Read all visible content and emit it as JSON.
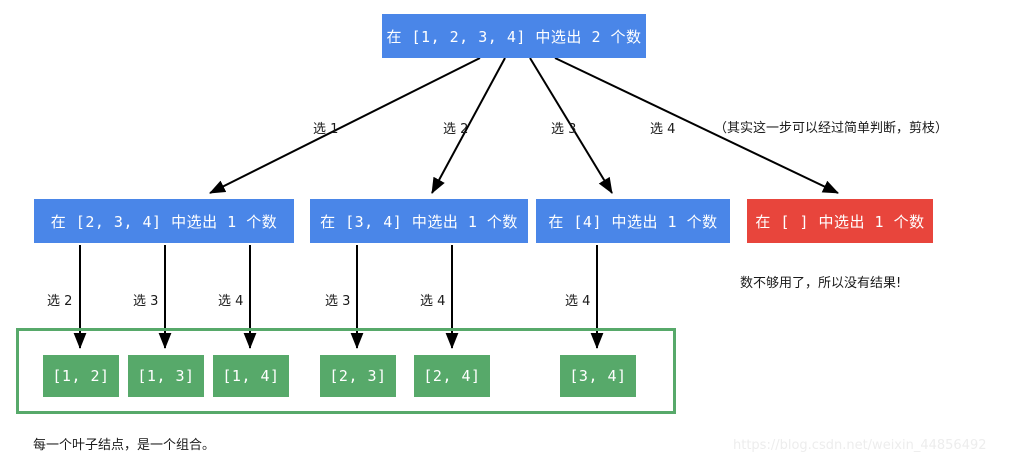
{
  "diagram": {
    "title_node": {
      "label": "在 [1, 2, 3, 4] 中选出 2 个数",
      "color": "#4a86e8"
    },
    "level2_nodes": [
      {
        "label": "在 [2, 3, 4] 中选出 1 个数",
        "color": "#4a86e8"
      },
      {
        "label": "在 [3, 4] 中选出 1 个数",
        "color": "#4a86e8"
      },
      {
        "label": "在 [4] 中选出 1 个数",
        "color": "#4a86e8"
      },
      {
        "label": "在 [ ] 中选出 1 个数",
        "color": "#e8453c"
      }
    ],
    "level1_edge_labels": [
      "选 1",
      "选 2",
      "选 3",
      "选 4"
    ],
    "level2_edge_labels": [
      "选 2",
      "选 3",
      "选 4",
      "选 3",
      "选 4",
      "选 4"
    ],
    "leaf_nodes": [
      {
        "label": "[1, 2]",
        "color": "#57a96a"
      },
      {
        "label": "[1, 3]",
        "color": "#57a96a"
      },
      {
        "label": "[1, 4]",
        "color": "#57a96a"
      },
      {
        "label": "[2, 3]",
        "color": "#57a96a"
      },
      {
        "label": "[2, 4]",
        "color": "#57a96a"
      },
      {
        "label": "[3, 4]",
        "color": "#57a96a"
      }
    ],
    "prune_note": "（其实这一步可以经过简单判断，剪枝）",
    "empty_note": "数不够用了，所以没有结果!",
    "caption": "每一个叶子结点，是一个组合。",
    "watermark": "https://blog.csdn.net/weixin_44856492",
    "colors": {
      "blue": "#4a86e8",
      "red": "#e8453c",
      "green": "#57a96a",
      "arrow": "#000000",
      "background": "#ffffff"
    }
  }
}
